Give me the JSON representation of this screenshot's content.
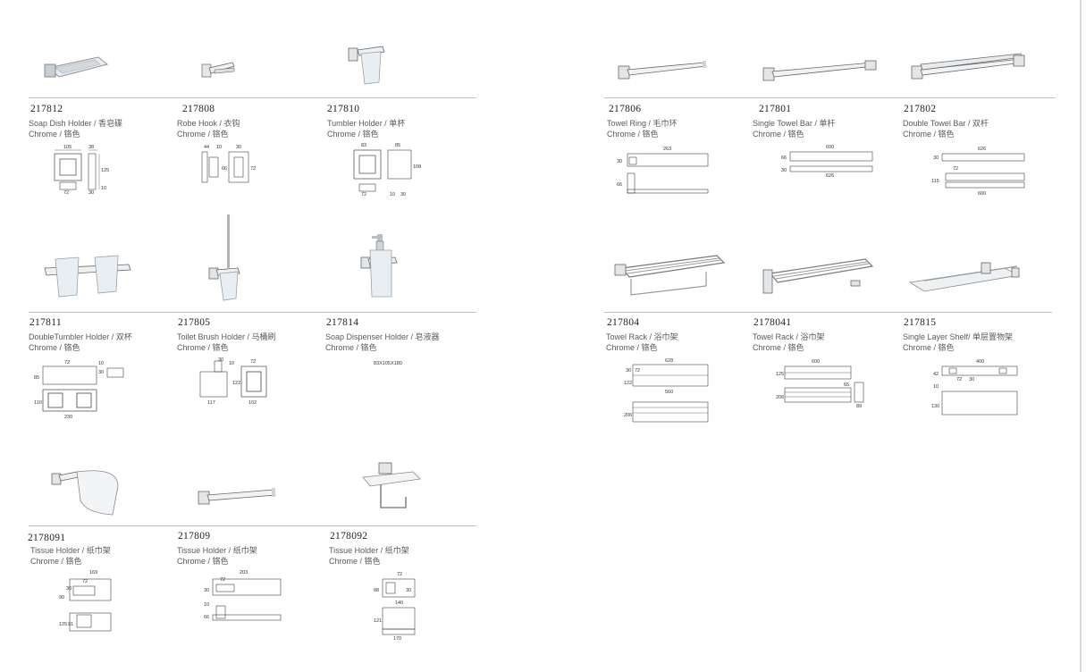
{
  "page": {
    "finish_label": "Chrome / 铬色"
  },
  "left": [
    {
      "code": "217812",
      "name": "Soap Dish Holder / 香皂碟",
      "dims": [
        "105",
        "72",
        "38",
        "125",
        "30",
        "10"
      ]
    },
    {
      "code": "217808",
      "name": "Robe Hook / 衣钩",
      "dims": [
        "44",
        "10",
        "30",
        "66",
        "72"
      ]
    },
    {
      "code": "217810",
      "name": "Tumbler Holder / 单杯",
      "dims": [
        "83",
        "85",
        "72",
        "30",
        "10",
        "108"
      ]
    },
    {
      "code": "217811",
      "name": "DoubleTumbler Holder / 双杯",
      "dims": [
        "72",
        "10",
        "30",
        "85",
        "110",
        "230"
      ]
    },
    {
      "code": "217805",
      "name": "Toilet Brush Holder / 马桶刷",
      "dims": [
        "30",
        "10",
        "72",
        "122",
        "117",
        "102"
      ]
    },
    {
      "code": "217814",
      "name": "Soap Dispenser Holder / 皂液器",
      "size_note": "83X105X180"
    },
    {
      "code": "2178091",
      "name": "Tissue Holder / 纸巾架",
      "dims": [
        "169",
        "72",
        "30",
        "90",
        "125",
        "91"
      ]
    },
    {
      "code": "217809",
      "name": "Tissue Holder / 纸巾架",
      "dims": [
        "203",
        "72",
        "30",
        "10",
        "66"
      ]
    },
    {
      "code": "2178092",
      "name": "Tissue Holder / 纸巾架",
      "dims": [
        "72",
        "98",
        "30",
        "140",
        "121",
        "170"
      ]
    }
  ],
  "right": [
    {
      "code": "217806",
      "name": "Towel Ring / 毛巾环",
      "dims": [
        "263",
        "30",
        "66"
      ]
    },
    {
      "code": "217801",
      "name": "Single Towel Bar / 单杆",
      "dims": [
        "600",
        "66",
        "30",
        "626"
      ]
    },
    {
      "code": "217802",
      "name": "Double Towel Bar / 双杆",
      "dims": [
        "626",
        "30",
        "72",
        "115",
        "600"
      ]
    },
    {
      "code": "217804",
      "name": "Towel Rack / 浴巾架",
      "dims": [
        "628",
        "30",
        "72",
        "122",
        "560",
        "206"
      ]
    },
    {
      "code": "2178041",
      "name": "Towel Rack / 浴巾架",
      "dims": [
        "600",
        "125",
        "65",
        "206",
        "89"
      ]
    },
    {
      "code": "217815",
      "name": "Single Layer Shelf/ 单层置物架",
      "dims": [
        "400",
        "42",
        "72",
        "30",
        "10",
        "130"
      ]
    }
  ]
}
